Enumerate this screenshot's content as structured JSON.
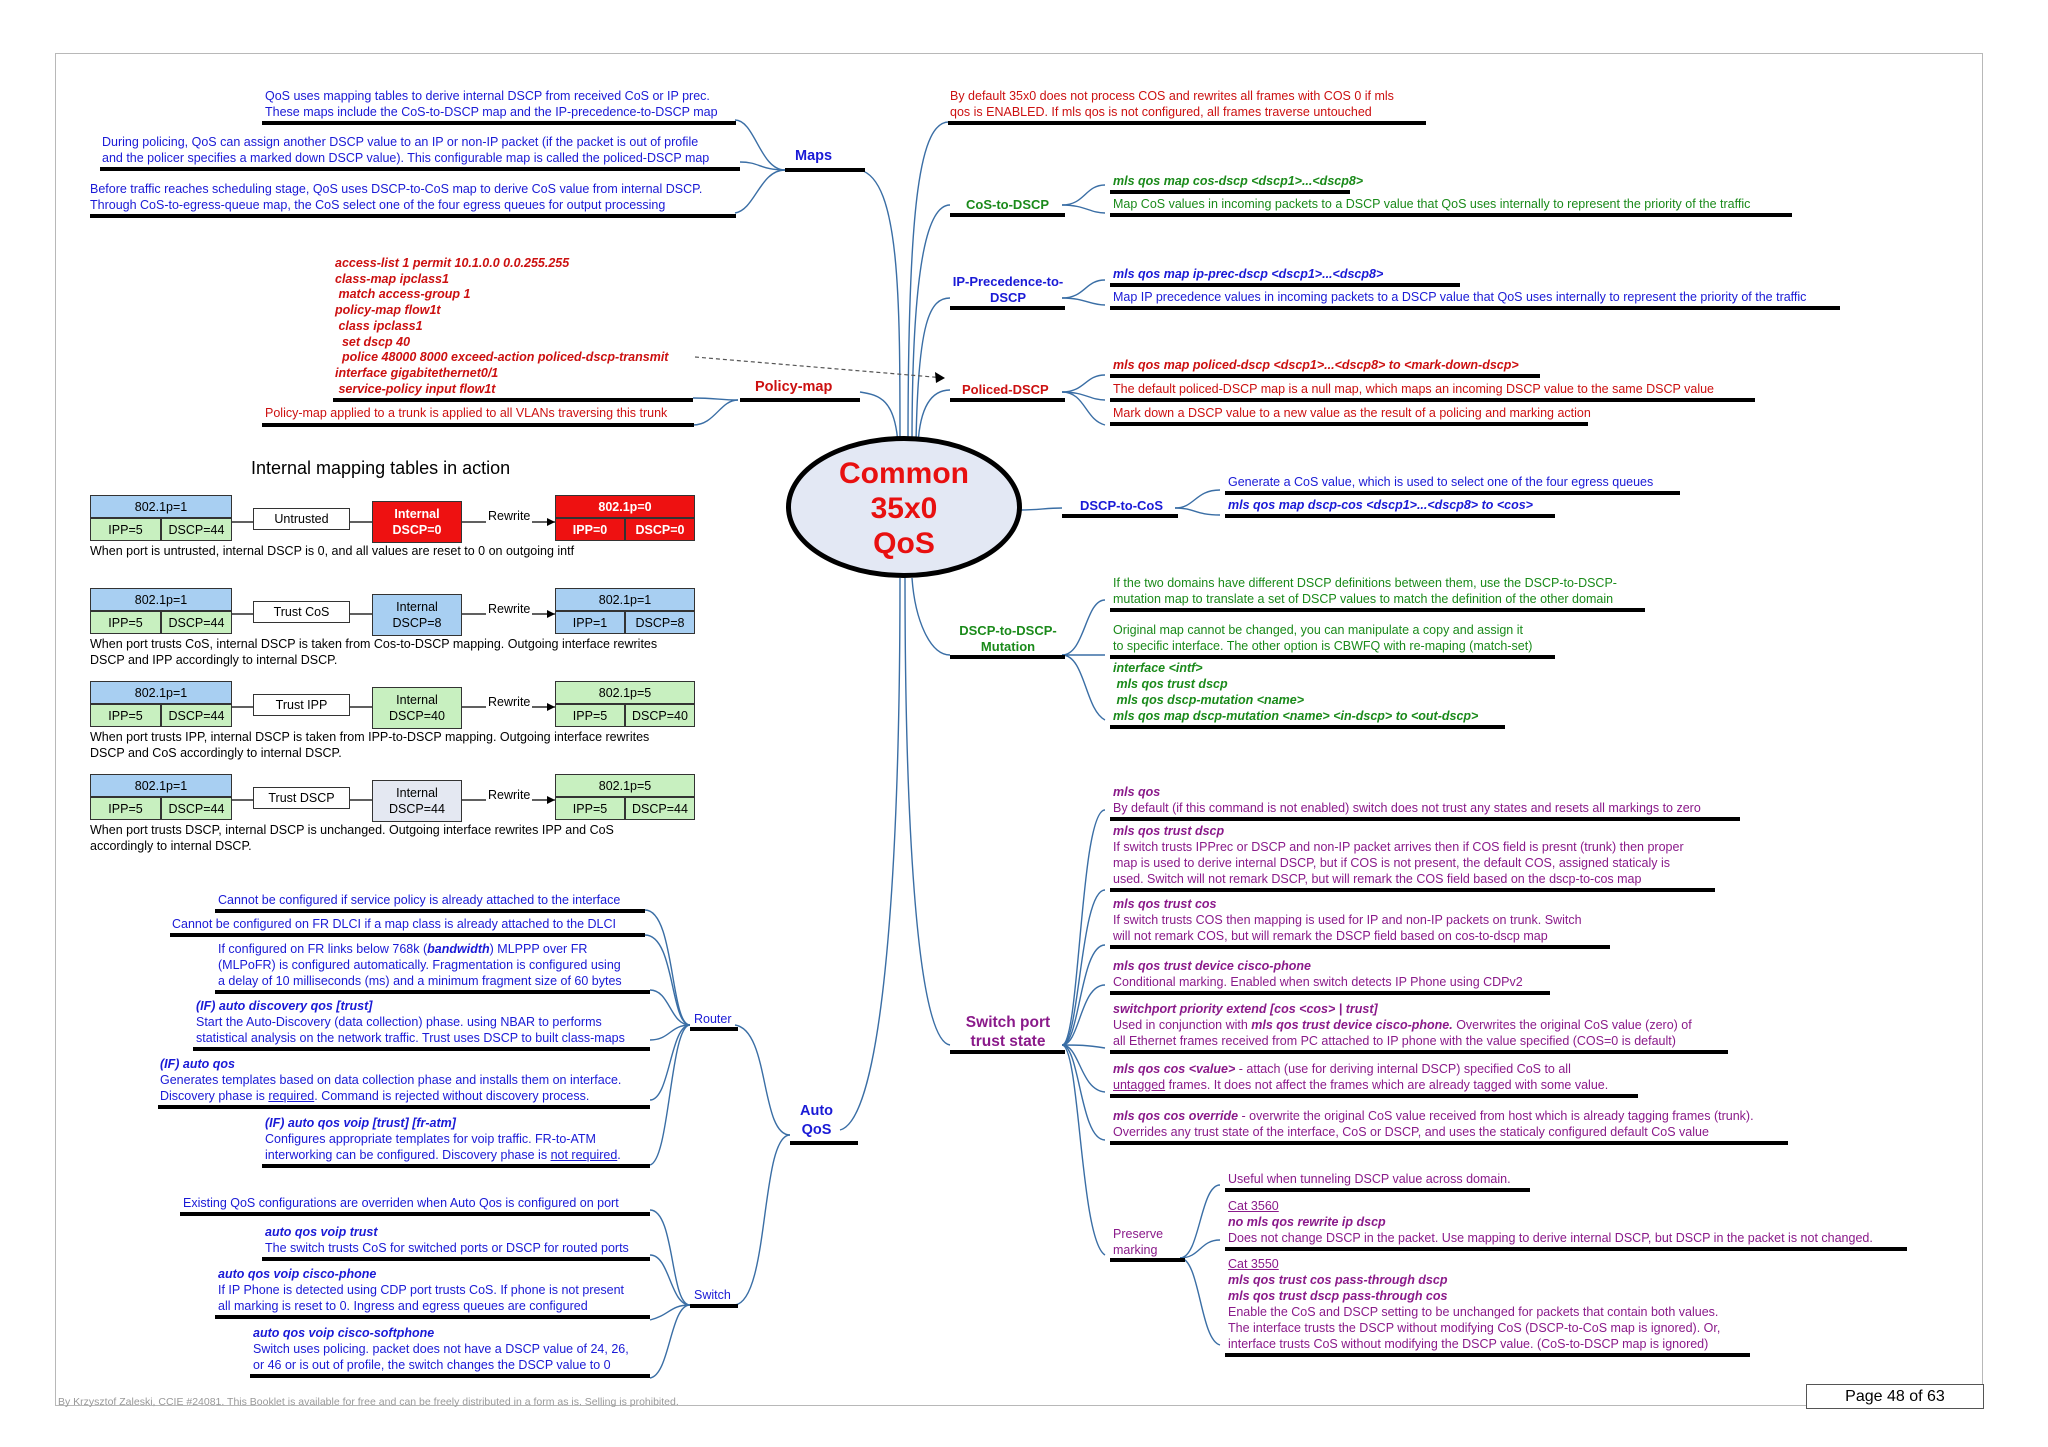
{
  "center": {
    "title": "Common\n35x0\nQoS"
  },
  "maps": {
    "node": "Maps",
    "line1a": "QoS uses mapping tables to derive internal DSCP from received CoS or IP prec.",
    "line1b": "These maps include the CoS-to-DSCP map and the IP-precedence-to-DSCP map",
    "line2a": "During policing, QoS can assign another DSCP value to an IP or non-IP packet (if the packet is out of profile",
    "line2b": "and the policer specifies a marked down DSCP value). This configurable map is called the policed-DSCP map",
    "line3a": "Before traffic reaches scheduling stage, QoS uses DSCP-to-CoS map to derive CoS value from internal DSCP.",
    "line3b": "Through CoS-to-egress-queue map, the CoS select one of the four egress queues for output processing"
  },
  "policy_map": {
    "node": "Policy-map",
    "config": [
      "access-list 1 permit 10.1.0.0 0.0.255.255",
      "class-map ipclass1",
      " match access-group 1",
      "policy-map flow1t",
      " class ipclass1",
      "  set dscp 40",
      "  police 48000 8000 exceed-action policed-dscp-transmit",
      "interface gigabitethernet0/1",
      " service-policy input flow1t"
    ],
    "note": "Policy-map applied to a trunk is applied to all VLANs traversing this trunk"
  },
  "mapping_tables": {
    "title": "Internal mapping tables in action",
    "rewrite": "Rewrite",
    "internal": "Internal",
    "rows": [
      {
        "in_top": "802.1p=1",
        "in_ipp": "IPP=5",
        "in_dscp": "DSCP=44",
        "mode": "Untrusted",
        "internal": "DSCP=0",
        "out_top": "802.1p=0",
        "out_ipp": "IPP=0",
        "out_dscp": "DSCP=0",
        "desc1": "When port is untrusted, internal DSCP is 0, and all values are reset to 0 on outgoing intf",
        "desc2": ""
      },
      {
        "in_top": "802.1p=1",
        "in_ipp": "IPP=5",
        "in_dscp": "DSCP=44",
        "mode": "Trust CoS",
        "internal": "DSCP=8",
        "out_top": "802.1p=1",
        "out_ipp": "IPP=1",
        "out_dscp": "DSCP=8",
        "desc1": "When port trusts CoS, internal DSCP is taken from Cos-to-DSCP mapping. Outgoing interface rewrites",
        "desc2": "DSCP and IPP accordingly to internal DSCP."
      },
      {
        "in_top": "802.1p=1",
        "in_ipp": "IPP=5",
        "in_dscp": "DSCP=44",
        "mode": "Trust IPP",
        "internal": "DSCP=40",
        "out_top": "802.1p=5",
        "out_ipp": "IPP=5",
        "out_dscp": "DSCP=40",
        "desc1": "When port trusts IPP, internal DSCP is taken from IPP-to-DSCP mapping. Outgoing interface rewrites",
        "desc2": "DSCP and CoS accordingly to internal DSCP."
      },
      {
        "in_top": "802.1p=1",
        "in_ipp": "IPP=5",
        "in_dscp": "DSCP=44",
        "mode": "Trust DSCP",
        "internal": "DSCP=44",
        "out_top": "802.1p=5",
        "out_ipp": "IPP=5",
        "out_dscp": "DSCP=44",
        "desc1": "When port trusts DSCP, internal DSCP is unchanged. Outgoing interface rewrites IPP and CoS",
        "desc2": "accordingly to internal DSCP."
      }
    ]
  },
  "auto_qos": {
    "node": "Auto\nQoS",
    "router": {
      "node": "Router",
      "r1": "Cannot be configured if service policy is already attached to the interface",
      "r2": "Cannot be configured on FR DLCI if a map class is already attached to the DLCI",
      "r3a_pre": "If configured on FR links below 768k (",
      "r3a_em": "bandwidth",
      "r3a_post": ") MLPPP over FR",
      "r3b": "(MLPoFR) is configured automatically. Fragmentation is configured using",
      "r3c": "a delay of 10 milliseconds (ms) and a minimum fragment size of 60 bytes",
      "r4h": "(IF) auto discovery qos [trust]",
      "r4a": "Start the Auto-Discovery (data collection) phase. using NBAR to performs",
      "r4b": "statistical analysis on the network traffic. Trust uses DSCP to built class-maps",
      "r5h": "(IF) auto qos",
      "r5a": "Generates templates based on data collection phase and installs them on interface.",
      "r5b_pre": "Discovery phase is ",
      "r5b_u": "required",
      "r5b_post": ". Command is rejected without discovery process.",
      "r6h": "(IF) auto qos voip [trust] [fr-atm]",
      "r6a": "Configures appropriate templates for voip traffic. FR-to-ATM",
      "r6b_pre": "interworking can be configured. Discovery phase is ",
      "r6b_u": "not required",
      "r6b_post": "."
    },
    "switch": {
      "node": "Switch",
      "s1": "Existing QoS configurations are overriden when Auto Qos is configured on port",
      "s2h": "auto qos voip trust",
      "s2a": "The switch trusts CoS for switched ports or DSCP for routed ports",
      "s3h": "auto qos voip cisco-phone",
      "s3a": "If IP Phone is detected using CDP port trusts CoS. If phone is not present",
      "s3b": "all marking is reset to 0. Ingress and egress queues are configured",
      "s4h": "auto qos voip cisco-softphone",
      "s4a": "Switch uses policing. packet does not have a DSCP value of 24, 26,",
      "s4b": "or 46 or is out of profile, the switch changes the DSCP value to 0"
    }
  },
  "right": {
    "default_a": "By default 35x0 does not process COS and rewrites all frames with COS 0 if mls",
    "default_b": "qos is ENABLED. If mls qos is not configured, all frames traverse untouched",
    "cos_to_dscp": {
      "node": "CoS-to-DSCP",
      "cmd": "mls qos map cos-dscp <dscp1>...<dscp8>",
      "desc": "Map CoS values in incoming packets to a DSCP value that QoS uses internally to represent the priority of the traffic"
    },
    "ip_prec": {
      "node": "IP-Precedence-to-\nDSCP",
      "cmd": "mls qos map ip-prec-dscp <dscp1>...<dscp8>",
      "desc": "Map IP precedence values in incoming packets to a DSCP value that QoS uses internally to represent the priority of the traffic"
    },
    "policed": {
      "node": "Policed-DSCP",
      "cmd": "mls qos map policed-dscp <dscp1>...<dscp8> to <mark-down-dscp>",
      "desc1": "The default policed-DSCP map is a null map, which maps an incoming DSCP value to the same DSCP value",
      "desc2": "Mark down a DSCP value to a new value as the result of a policing and marking action"
    },
    "dscp_to_cos": {
      "node": "DSCP-to-CoS",
      "desc": "Generate a CoS value, which is used to select one of the four egress queues",
      "cmd": "mls qos map dscp-cos <dscp1>...<dscp8> to <cos>"
    },
    "mutation": {
      "node": "DSCP-to-DSCP-\nMutation",
      "d1a": "If the two domains have different DSCP definitions between them, use the DSCP-to-DSCP-",
      "d1b": "mutation map to translate a set of DSCP values to match the definition of the other domain",
      "d2a": "Original map cannot be changed, you can manipulate a copy and assign it",
      "d2b": "to specific interface. The other option is CBWFQ with re-maping (match-set)",
      "c1": "interface <intf>",
      "c2": " mls qos trust dscp",
      "c3": " mls qos dscp-mutation <name>",
      "c4": "mls qos map dscp-mutation <name> <in-dscp> to <out-dscp>"
    },
    "trust": {
      "node": "Switch port\ntrust state",
      "t1h": "mls qos",
      "t1a": "By default (if this command is not enabled) switch does not trust any states and resets all markings to zero",
      "t2h": "mls qos trust dscp",
      "t2a": "If switch trusts IPPrec or DSCP and non-IP packet arrives then if COS field is presnt (trunk) then proper",
      "t2b": "map is used to derive internal DSCP, but if COS is not present, the default COS, assigned staticaly is",
      "t2c": "used. Switch will not remark DSCP, but will remark the COS field based on the dscp-to-cos map",
      "t3h": "mls qos trust cos",
      "t3a": "If switch trusts COS then mapping is used for IP and non-IP packets on trunk. Switch",
      "t3b": "will not remark COS, but will remark the DSCP field based on cos-to-dscp map",
      "t4h": "mls qos trust device cisco-phone",
      "t4a": "Conditional marking. Enabled when switch detects IP Phone using CDPv2",
      "t5h": "switchport priority extend [cos <cos> | trust]",
      "t5a_pre": "Used in conjunction with ",
      "t5a_em": "mls qos trust device cisco-phone.",
      "t5a_post": " Overwrites the original CoS value (zero) of",
      "t5b": "all Ethernet frames received from PC attached to IP phone with the value specified (COS=0 is default)",
      "t6h": "mls qos cos <value>",
      "t6a_post": " - attach (use for deriving internal DSCP) specified CoS to all",
      "t6b_u": "untagged",
      "t6b_post": " frames. It does not affect the frames which are already tagged with some value.",
      "t7h": "mls qos cos override",
      "t7a_post": " - overwrite the original CoS value received from host which is already tagging frames (trunk).",
      "t7b": "Overrides any trust state of the interface, CoS or DSCP, and uses the staticaly configured default CoS value",
      "preserve": {
        "node": "Preserve\nmarking",
        "p1": "Useful when tunneling DSCP value across domain.",
        "p2u": "Cat 3560",
        "p2h": "no mls qos rewrite ip dscp",
        "p2a": "Does not change DSCP in the packet. Use mapping to derive internal DSCP, but DSCP in the packet is not changed.",
        "p3u": "Cat 3550",
        "p3h1": "mls qos trust cos pass-through dscp",
        "p3h2": "mls qos trust dscp pass-through cos",
        "p3a": "Enable the CoS and DSCP setting to be unchanged for packets that contain both values.",
        "p3b": "The interface trusts the DSCP without modifying CoS (DSCP-to-CoS map is ignored). Or,",
        "p3c": "interface trusts CoS without modifying the DSCP value. (CoS-to-DSCP map is ignored)"
      }
    }
  },
  "footer": "By Krzysztof Zaleski, CCIE #24081. This Booklet is available for free and can be freely distributed in a form as is. Selling is prohibited.",
  "page": "Page 48 of 63",
  "colors": {
    "blue": "#1a1ad6",
    "red": "#cc1010",
    "green": "#1a8a1a",
    "purple": "#8a1a8a",
    "center_fill": "#e3e8f4",
    "center_text": "#e81010"
  }
}
